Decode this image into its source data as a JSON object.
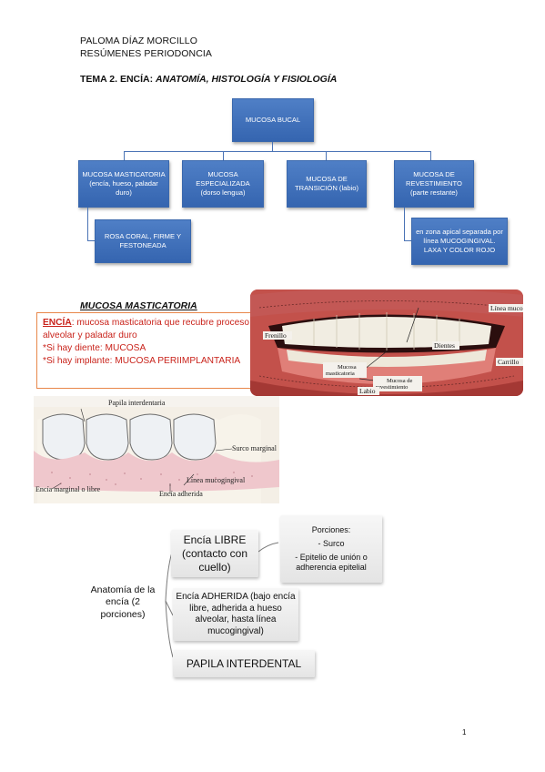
{
  "header": {
    "author": "PALOMA DÍAZ MORCILLO",
    "subtitle": "RESÚMENES PERIODONCIA"
  },
  "title": {
    "prefix": "TEMA 2. ENCÍA: ",
    "rest": "ANATOMÍA, HISTOLOGÍA Y FISIOLOGÍA"
  },
  "org_chart": {
    "root": "MUCOSA BUCAL",
    "masticatoria": "MUCOSA MASTICATORIA (encía, hueso, paladar duro)",
    "especializada": "MUCOSA ESPECIALIZADA (dorso lengua)",
    "transicion": "MUCOSA DE TRANSICIÓN (labio)",
    "revestimiento": "MUCOSA DE REVESTIMIENTO (parte restante)",
    "masticatoria_child": "ROSA CORAL, FIRME Y FESTONEADA",
    "revestimiento_child_1": "en zona apical separada por línea MUCOGINGIVAL.",
    "revestimiento_child_2": "LAXA Y COLOR ROJO"
  },
  "section": {
    "title": "MUCOSA MASTICATORIA"
  },
  "definition": {
    "term": "ENCÍA",
    "line1": ": mucosa masticatoria que recubre proceso alveolar y paladar duro",
    "line2": "*Si hay diente: MUCOSA",
    "line3": "*Si hay implante: MUCOSA PERIIMPLANTARIA"
  },
  "photo_labels": {
    "linea": "Línea mucogingival",
    "frenillo": "Frenillo",
    "dientes": "Dientes",
    "carrillo": "Carrillo",
    "mucosa_masticatoria": "Mucosa masticatoria",
    "mucosa_revestimiento": "Mucosa de revestimiento",
    "labio": "Labio"
  },
  "drawing_labels": {
    "papila": "Papila interdentaria",
    "surco": "Surco marginal",
    "linea": "Línea mucogingival",
    "marginal": "Encía marginal o libre",
    "adherida": "Encía adherida"
  },
  "mindmap": {
    "root": "Anatomía de la encía (2 porciones)",
    "libre": "Encía LIBRE (contacto con cuello)",
    "porciones_title": "Porciones:",
    "porciones_1": "- Surco",
    "porciones_2": "- Epitelio de unión o adherencia epitelial",
    "adherida": "Encía ADHERIDA (bajo encía libre, adherida a hueso alveolar, hasta línea mucogingival)",
    "papila": "PAPILA INTERDENTAL"
  },
  "page_number": "1"
}
